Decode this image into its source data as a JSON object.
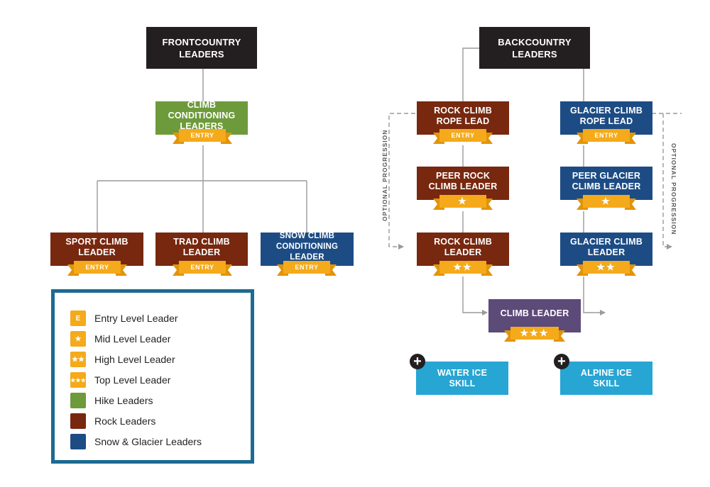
{
  "colors": {
    "header": "#231f20",
    "hike": "#6d9a3b",
    "rock": "#77280f",
    "snow": "#1d4c85",
    "climb_leader": "#5c4a79",
    "skill": "#27a5d3",
    "ribbon": "#f4aa1a",
    "legend_border": "#1b6b92"
  },
  "frontcountry": {
    "header": [
      "FRONTCOUNTRY",
      "LEADERS"
    ],
    "climb_conditioning": {
      "label": [
        "CLIMB CONDITIONING",
        "LEADERS"
      ],
      "badge": "ENTRY"
    },
    "sport_climb": {
      "label": [
        "SPORT CLIMB",
        "LEADER"
      ],
      "badge": "ENTRY"
    },
    "trad_climb": {
      "label": [
        "TRAD CLIMB",
        "LEADER"
      ],
      "badge": "ENTRY"
    },
    "snow_climb": {
      "label": [
        "SNOW CLIMB",
        "CONDITIONING LEADER"
      ],
      "badge": "ENTRY"
    }
  },
  "backcountry": {
    "header": [
      "BACKCOUNTRY",
      "LEADERS"
    ],
    "rock_rope_lead": {
      "label": [
        "ROCK CLIMB",
        "ROPE LEAD"
      ],
      "badge": "ENTRY"
    },
    "peer_rock": {
      "label": [
        "PEER ROCK",
        "CLIMB LEADER"
      ],
      "badge": "★"
    },
    "rock_climb_leader": {
      "label": [
        "ROCK CLIMB",
        "LEADER"
      ],
      "badge": "★★"
    },
    "glacier_rope_lead": {
      "label": [
        "GLACIER CLIMB",
        "ROPE LEAD"
      ],
      "badge": "ENTRY"
    },
    "peer_glacier": {
      "label": [
        "PEER GLACIER",
        "CLIMB LEADER"
      ],
      "badge": "★"
    },
    "glacier_climb_leader": {
      "label": [
        "GLACIER CLIMB",
        "LEADER"
      ],
      "badge": "★★"
    },
    "climb_leader": {
      "label": [
        "CLIMB LEADER"
      ],
      "badge": "★★★"
    },
    "water_ice": {
      "label": [
        "WATER ICE",
        "SKILL"
      ],
      "icon": "plus-icon"
    },
    "alpine_ice": {
      "label": [
        "ALPINE ICE",
        "SKILL"
      ],
      "icon": "plus-icon"
    },
    "optional_left": "OPTIONAL PROGRESSION",
    "optional_right": "OPTIONAL PROGRESSION"
  },
  "legend": [
    {
      "swatch": "E",
      "label": "Entry Level Leader"
    },
    {
      "swatch": "★",
      "label": "Mid Level Leader"
    },
    {
      "swatch": "★★",
      "label": "High Level Leader"
    },
    {
      "swatch": "★★★",
      "label": "Top Level Leader"
    },
    {
      "swatch": "",
      "label": "Hike Leaders"
    },
    {
      "swatch": "",
      "label": "Rock Leaders"
    },
    {
      "swatch": "",
      "label": "Snow & Glacier Leaders"
    }
  ]
}
